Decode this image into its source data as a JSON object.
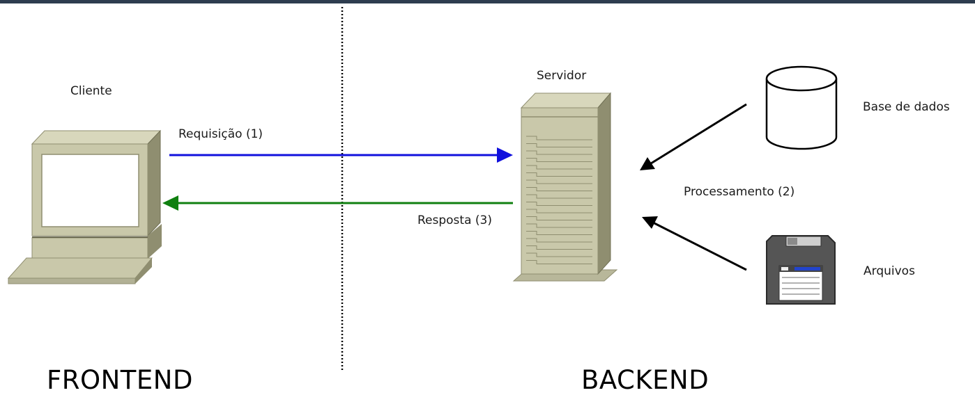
{
  "labels": {
    "client": "Cliente",
    "server": "Servidor",
    "database": "Base de dados",
    "files": "Arquivos",
    "request": "Requisição (1)",
    "response": "Resposta (3)",
    "processing": "Processamento (2)",
    "frontend": "FRONTEND",
    "backend": "BACKEND"
  },
  "icons": {
    "client": "computer-icon",
    "server": "server-tower-icon",
    "database": "database-cylinder-icon",
    "files": "floppy-disk-icon"
  },
  "colors": {
    "topbar": "#2e3d4f",
    "request_arrow": "#1010dd",
    "response_arrow": "#108010",
    "processing_arrows": "#000000",
    "device_body": "#c9c8aa",
    "device_shadow": "#8f8e70"
  }
}
